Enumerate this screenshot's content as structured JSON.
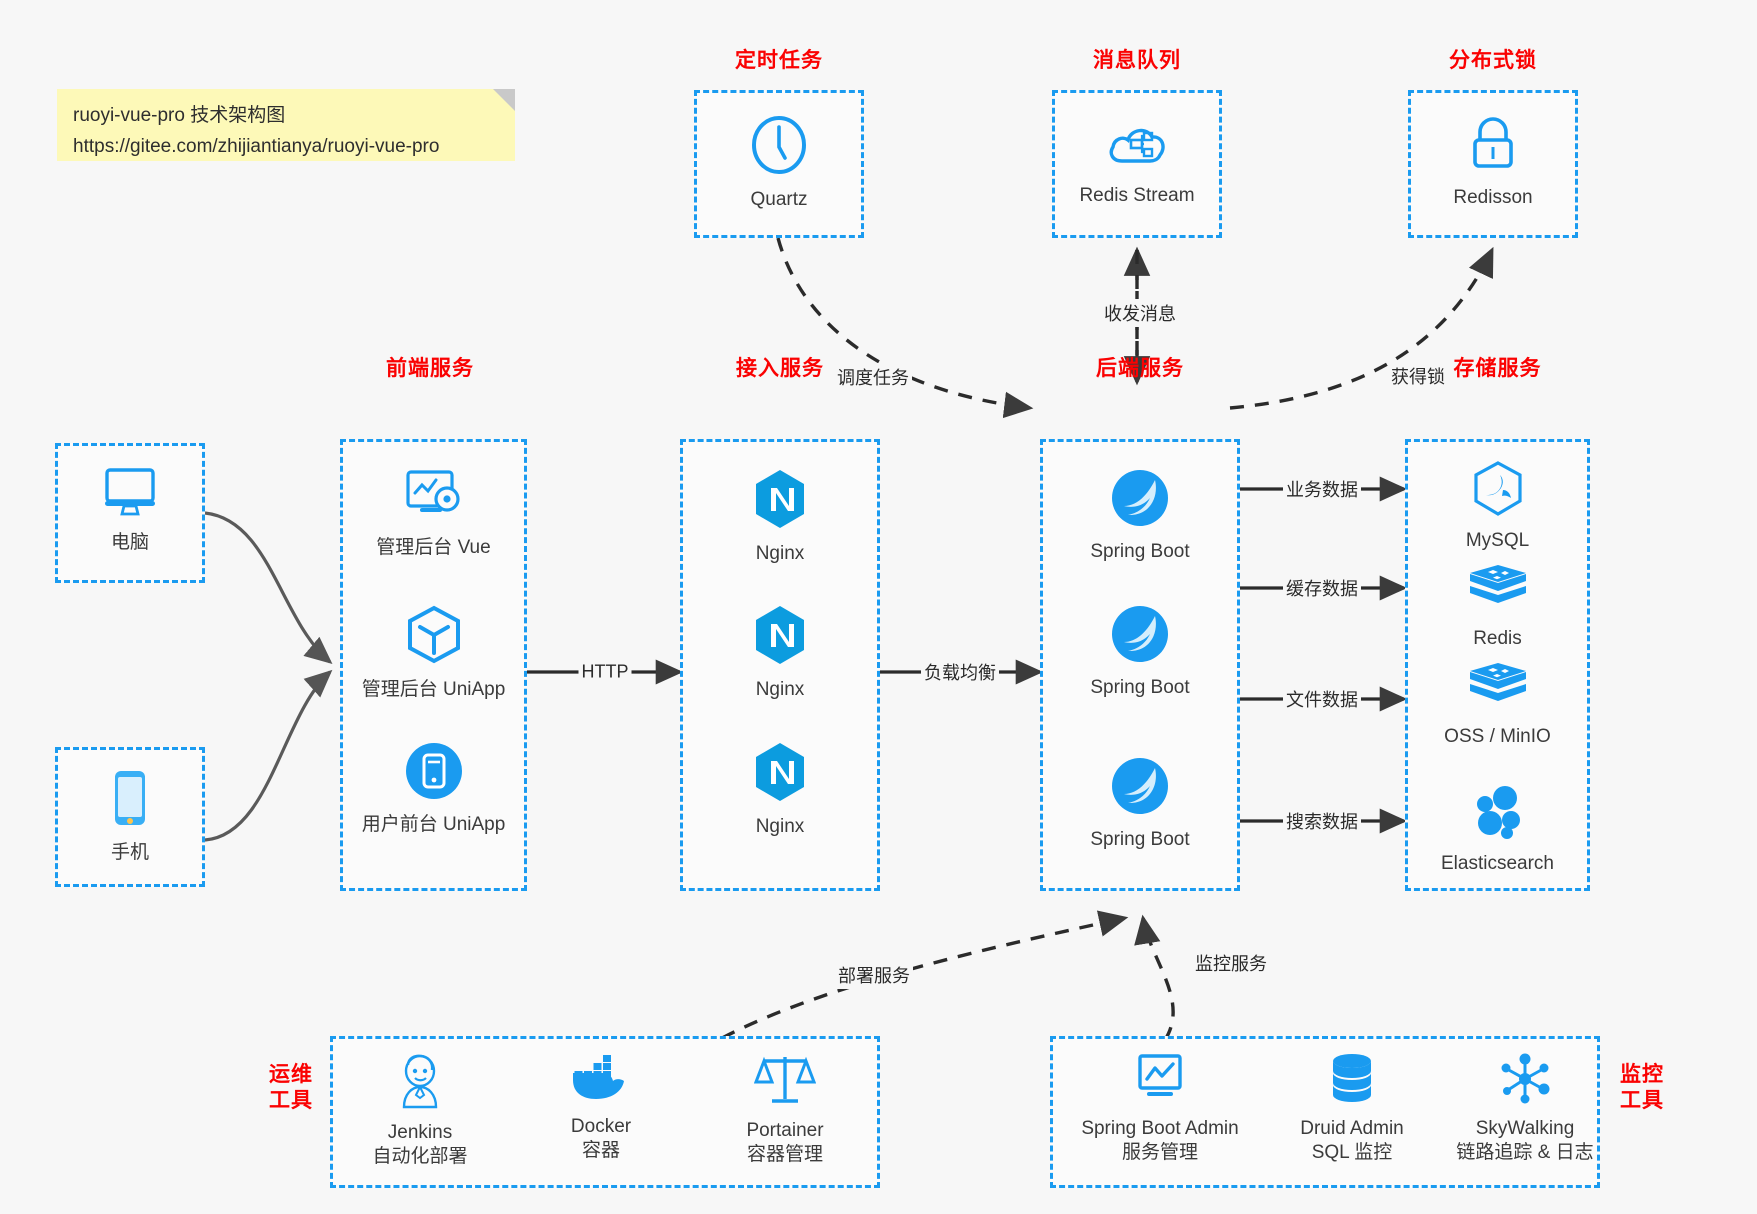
{
  "meta": {
    "background": "#f7f7f7",
    "accent_blue": "#1a9bf0",
    "group_title_color": "#fa0202",
    "sticky_color": "#fdf9b8"
  },
  "sticky_note": {
    "line1": "ruoyi-vue-pro 技术架构图",
    "line2": "https://gitee.com/zhijiantianya/ruoyi-vue-pro"
  },
  "groups": {
    "scheduled_task": "定时任务",
    "message_queue": "消息队列",
    "distributed_lock": "分布式锁",
    "frontend_service": "前端服务",
    "access_service": "接入服务",
    "backend_service": "后端服务",
    "storage_service": "存储服务",
    "devops_tools": "运维\n工具",
    "devops_tools_l1": "运维",
    "devops_tools_l2": "工具",
    "monitor_tools_l1": "监控",
    "monitor_tools_l2": "工具"
  },
  "clients": [
    {
      "id": "pc",
      "label": "电脑",
      "icon": "monitor-icon"
    },
    {
      "id": "phone",
      "label": "手机",
      "icon": "mobile-phone-icon"
    }
  ],
  "frontend": [
    {
      "id": "admin-vue",
      "label": "管理后台 Vue",
      "icon": "dashboard-settings-icon"
    },
    {
      "id": "admin-uniapp",
      "label": "管理后台 UniApp",
      "icon": "uniapp-cube-icon"
    },
    {
      "id": "user-uniapp",
      "label": "用户前台 UniApp",
      "icon": "mobile-app-icon"
    }
  ],
  "access": [
    {
      "id": "nginx-1",
      "label": "Nginx",
      "icon": "nginx-icon"
    },
    {
      "id": "nginx-2",
      "label": "Nginx",
      "icon": "nginx-icon"
    },
    {
      "id": "nginx-3",
      "label": "Nginx",
      "icon": "nginx-icon"
    }
  ],
  "backend": [
    {
      "id": "spring-boot-1",
      "label": "Spring Boot",
      "icon": "spring-boot-icon"
    },
    {
      "id": "spring-boot-2",
      "label": "Spring Boot",
      "icon": "spring-boot-icon"
    },
    {
      "id": "spring-boot-3",
      "label": "Spring Boot",
      "icon": "spring-boot-icon"
    }
  ],
  "storage": [
    {
      "id": "mysql",
      "label": "MySQL",
      "icon": "mysql-icon"
    },
    {
      "id": "redis",
      "label": "Redis",
      "icon": "redis-icon"
    },
    {
      "id": "oss-minio",
      "label": "OSS / MinIO",
      "icon": "object-storage-icon"
    },
    {
      "id": "elasticsearch",
      "label": "Elasticsearch",
      "icon": "elasticsearch-icon"
    }
  ],
  "top_boxes": [
    {
      "id": "quartz",
      "label": "Quartz",
      "icon": "clock-icon"
    },
    {
      "id": "redis-stream",
      "label": "Redis Stream",
      "icon": "cloud-queue-icon"
    },
    {
      "id": "redisson",
      "label": "Redisson",
      "icon": "lock-icon"
    }
  ],
  "devops": [
    {
      "id": "jenkins",
      "name": "Jenkins",
      "desc": "自动化部署",
      "icon": "jenkins-icon"
    },
    {
      "id": "docker",
      "name": "Docker",
      "desc": "容器",
      "icon": "docker-icon"
    },
    {
      "id": "portainer",
      "name": "Portainer",
      "desc": "容器管理",
      "icon": "portainer-scale-icon"
    }
  ],
  "monitoring": [
    {
      "id": "spring-boot-admin",
      "name": "Spring Boot Admin",
      "desc": "服务管理",
      "icon": "monitor-chart-icon"
    },
    {
      "id": "druid-admin",
      "name": "Druid Admin",
      "desc": "SQL 监控",
      "icon": "database-stack-icon"
    },
    {
      "id": "skywalking",
      "name": "SkyWalking",
      "desc": "链路追踪 & 日志",
      "icon": "skywalking-icon"
    }
  ],
  "edge_labels": {
    "http": "HTTP",
    "load_balance": "负载均衡",
    "schedule_task": "调度任务",
    "send_receive_message": "收发消息",
    "acquire_lock": "获得锁",
    "business_data": "业务数据",
    "cache_data": "缓存数据",
    "file_data": "文件数据",
    "search_data": "搜索数据",
    "deploy_service": "部署服务",
    "monitor_service": "监控服务"
  }
}
